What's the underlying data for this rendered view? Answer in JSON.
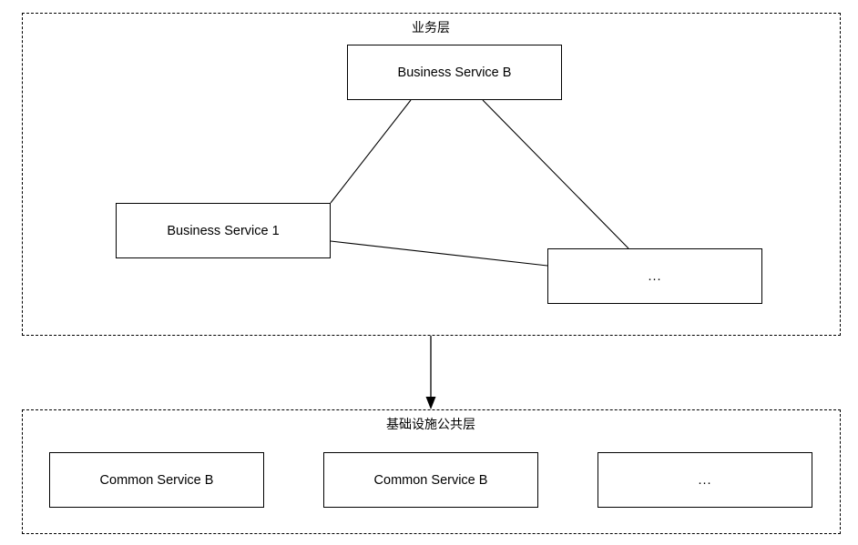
{
  "diagram": {
    "title_business_layer": "业务层",
    "title_infra_layer": "基础设施公共层",
    "colors": {
      "stroke": "#000000",
      "background": "#ffffff",
      "node_fill": "#ffffff"
    },
    "business_layer": {
      "label": "业务层",
      "nodes": [
        {
          "id": "business-service-b",
          "label": "Business Service B"
        },
        {
          "id": "business-service-1",
          "label": "Business Service 1"
        },
        {
          "id": "business-more",
          "label": "..."
        }
      ]
    },
    "infra_layer": {
      "label": "基础设施公共层",
      "nodes": [
        {
          "id": "common-service-b-1",
          "label": "Common Service B"
        },
        {
          "id": "common-service-b-2",
          "label": "Common Service B"
        },
        {
          "id": "common-more",
          "label": "..."
        }
      ]
    },
    "connections": [
      {
        "from": "business-service-b",
        "to": "business-service-1",
        "arrow": false
      },
      {
        "from": "business-service-b",
        "to": "business-more",
        "arrow": false
      },
      {
        "from": "business-service-1",
        "to": "business-more",
        "arrow": false
      },
      {
        "from": "business-layer",
        "to": "infra-layer",
        "arrow": true
      }
    ]
  }
}
